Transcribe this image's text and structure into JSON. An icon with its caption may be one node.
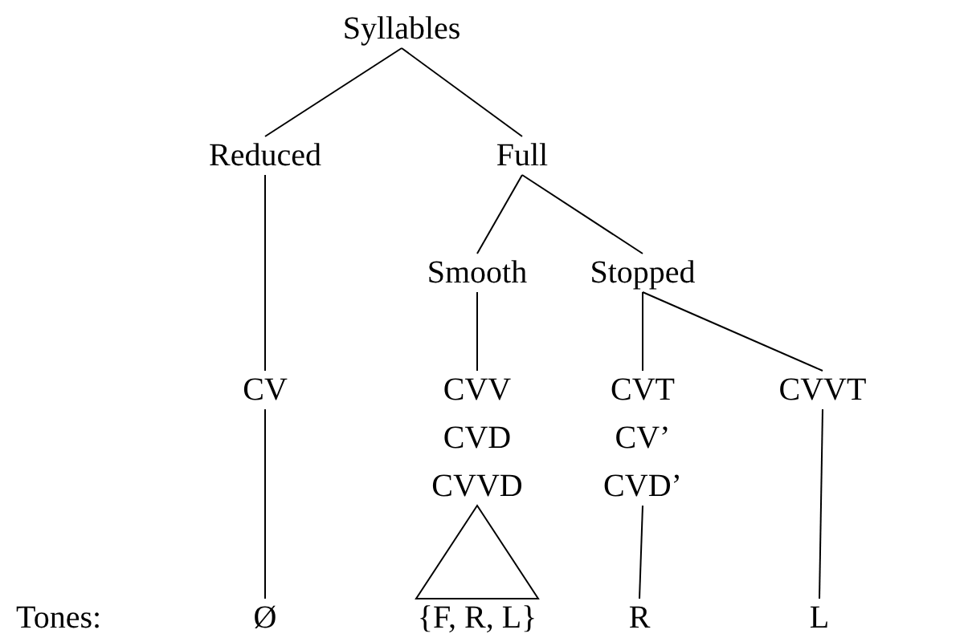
{
  "diagram": {
    "nodes": [
      {
        "text": [
          "Syllables"
        ]
      },
      {
        "text": [
          "Reduced"
        ]
      },
      {
        "text": [
          "Full"
        ]
      },
      {
        "text": [
          "Smooth"
        ]
      },
      {
        "text": [
          "Stopped"
        ]
      },
      {
        "text": [
          "CV"
        ]
      },
      {
        "text": [
          "CVV",
          "CVD",
          "CVVD"
        ]
      },
      {
        "text": [
          "CVT",
          "CV’",
          "CVD’"
        ]
      },
      {
        "text": [
          "CVVT"
        ]
      },
      {
        "text": [
          "Ø"
        ]
      },
      {
        "text": [
          "{F, R, L}"
        ]
      },
      {
        "text": [
          "R"
        ]
      },
      {
        "text": [
          "L"
        ]
      }
    ],
    "edges": [
      {
        "from": 0,
        "to": 1,
        "arrow": "none"
      },
      {
        "from": 0,
        "to": 2,
        "arrow": "none"
      },
      {
        "from": 1,
        "to": 5,
        "arrow": "none"
      },
      {
        "from": 2,
        "to": 3,
        "arrow": "none"
      },
      {
        "from": 2,
        "to": 4,
        "arrow": "none"
      },
      {
        "from": 3,
        "to": 6,
        "arrow": "none"
      },
      {
        "from": 4,
        "to": 7,
        "arrow": "none"
      },
      {
        "from": 4,
        "to": 8,
        "arrow": "none"
      },
      {
        "from": 5,
        "to": 9,
        "arrow": "none"
      },
      {
        "from": 6,
        "to": 10,
        "arrow": "none"
      },
      {
        "from": 7,
        "to": 11,
        "arrow": "none"
      },
      {
        "from": 8,
        "to": 12,
        "arrow": "none"
      }
    ],
    "labels": [
      "Tones:"
    ]
  }
}
